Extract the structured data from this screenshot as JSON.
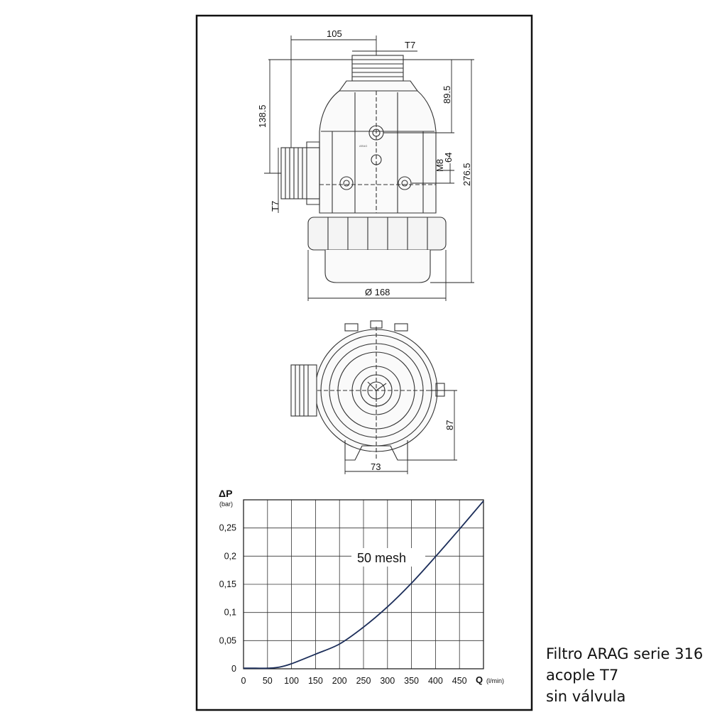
{
  "drawing": {
    "dims": {
      "width_top": "105",
      "thread_top": "T7",
      "height_inlet": "138.5",
      "height_top": "89.5",
      "thread_side": "T7",
      "bolt": "M8",
      "bolt_spacing": "64",
      "height_total": "276.5",
      "diameter": "Ø 168",
      "base_height": "87",
      "base_width": "73"
    },
    "logo_text": "ARAG"
  },
  "chart_data": {
    "type": "line",
    "ylabel": "ΔP",
    "ylabel_unit": "(bar)",
    "xlabel": "Q",
    "xlabel_unit": "(l/min)",
    "xlim": [
      0,
      500
    ],
    "ylim": [
      0,
      0.3
    ],
    "x_ticks": [
      "0",
      "50",
      "100",
      "150",
      "200",
      "250",
      "300",
      "350",
      "400",
      "450"
    ],
    "x_tick_values": [
      0,
      50,
      100,
      150,
      200,
      250,
      300,
      350,
      400,
      450
    ],
    "y_ticks": [
      "0",
      "0,05",
      "0,1",
      "0,15",
      "0,2",
      "0,25"
    ],
    "y_tick_values": [
      0,
      0.05,
      0.1,
      0.15,
      0.2,
      0.25
    ],
    "grid": true,
    "series": [
      {
        "name": "50 mesh",
        "x": [
          0,
          25,
          50,
          75,
          100,
          150,
          200,
          250,
          300,
          350,
          400,
          450,
          500
        ],
        "y": [
          0.001,
          0.001,
          0.001,
          0.003,
          0.009,
          0.026,
          0.044,
          0.074,
          0.11,
          0.152,
          0.199,
          0.248,
          0.298
        ]
      }
    ]
  },
  "caption": {
    "line1": "Filtro ARAG serie 316",
    "line2": "acople T7",
    "line3": "sin válvula"
  }
}
